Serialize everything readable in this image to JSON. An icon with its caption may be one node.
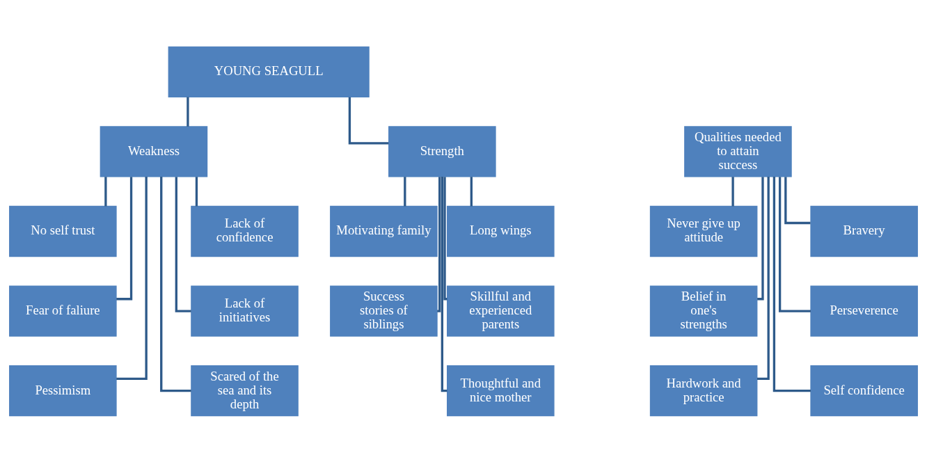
{
  "diagram": {
    "nodes": [
      {
        "text": [
          "YOUNG SEAGULL"
        ]
      },
      {
        "text": [
          "Strength"
        ]
      },
      {
        "text": [
          "Weakness"
        ]
      },
      {
        "text": [
          "Qualities needed to attain success"
        ]
      },
      {
        "text": [
          "Long wings"
        ]
      },
      {
        "text": [
          "Motivating family"
        ]
      },
      {
        "text": [
          "Skillful and experienced parents"
        ]
      },
      {
        "text": [
          "Success stories of siblings"
        ]
      },
      {
        "text": [
          "Thoughtful and nice mother"
        ]
      },
      {
        "text": [
          "Bravery"
        ]
      },
      {
        "text": [
          "Never give up attitude"
        ]
      },
      {
        "text": [
          "Perseverence"
        ]
      },
      {
        "text": [
          "Belief in one's strengths"
        ]
      },
      {
        "text": [
          "Self confidence"
        ]
      },
      {
        "text": [
          "Hardwork and practice"
        ]
      },
      {
        "text": [
          "No self trust"
        ]
      },
      {
        "text": [
          "Lack of confidence"
        ]
      },
      {
        "text": [
          "Fear of faliure"
        ]
      },
      {
        "text": [
          "Lack of initiatives"
        ]
      },
      {
        "text": [
          "Pessimism"
        ]
      },
      {
        "text": [
          "Scared of the sea and its depth"
        ]
      }
    ],
    "edges": [
      {
        "from": 0,
        "to": 1,
        "arrow": "none"
      },
      {
        "from": 0,
        "to": 2,
        "arrow": "none"
      },
      {
        "from": 1,
        "to": 4,
        "arrow": "none"
      },
      {
        "from": 1,
        "to": 5,
        "arrow": "none"
      },
      {
        "from": 1,
        "to": 6,
        "arrow": "none"
      },
      {
        "from": 1,
        "to": 7,
        "arrow": "none"
      },
      {
        "from": 1,
        "to": 8,
        "arrow": "none"
      },
      {
        "from": 3,
        "to": 9,
        "arrow": "none"
      },
      {
        "from": 3,
        "to": 10,
        "arrow": "none"
      },
      {
        "from": 3,
        "to": 11,
        "arrow": "none"
      },
      {
        "from": 3,
        "to": 12,
        "arrow": "none"
      },
      {
        "from": 3,
        "to": 13,
        "arrow": "none"
      },
      {
        "from": 3,
        "to": 14,
        "arrow": "none"
      },
      {
        "from": 2,
        "to": 15,
        "arrow": "none"
      },
      {
        "from": 2,
        "to": 16,
        "arrow": "none"
      },
      {
        "from": 2,
        "to": 17,
        "arrow": "none"
      },
      {
        "from": 2,
        "to": 18,
        "arrow": "none"
      },
      {
        "from": 2,
        "to": 19,
        "arrow": "none"
      },
      {
        "from": 2,
        "to": 20,
        "arrow": "none"
      }
    ]
  }
}
